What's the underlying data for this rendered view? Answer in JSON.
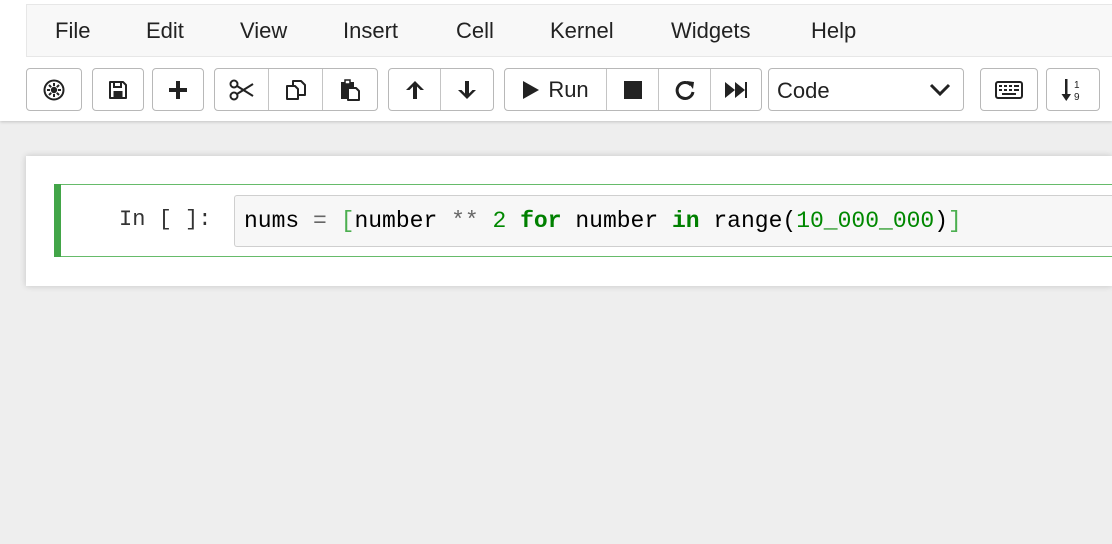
{
  "menu": {
    "items": [
      {
        "label": "File"
      },
      {
        "label": "Edit"
      },
      {
        "label": "View"
      },
      {
        "label": "Insert"
      },
      {
        "label": "Cell"
      },
      {
        "label": "Kernel"
      },
      {
        "label": "Widgets"
      },
      {
        "label": "Help"
      }
    ]
  },
  "toolbar": {
    "run_label": "Run",
    "cell_type": {
      "selected": "Code"
    },
    "icons": [
      "gear-icon",
      "save-icon",
      "plus-icon",
      "scissors-icon",
      "copy-icon",
      "paste-icon",
      "arrow-up-icon",
      "arrow-down-icon",
      "play-icon",
      "stop-icon",
      "restart-icon",
      "fast-forward-icon",
      "chevron-down-icon",
      "keyboard-icon",
      "sort-icon"
    ]
  },
  "cell": {
    "prompt": "In [ ]:",
    "code": {
      "t1": "nums",
      "t2": " = ",
      "t3": "[",
      "t4": "number",
      "t5": " ** ",
      "t6": "2",
      "t7": " ",
      "t8": "for",
      "t9": " number ",
      "t10": "in",
      "t11": " range(",
      "t12": "10_000_000",
      "t13": ")",
      "t14": "]"
    }
  },
  "colors": {
    "cell_border": "#66bb6a",
    "cell_bar": "#42a548",
    "keyword": "#008000",
    "background": "#eeeeee"
  }
}
